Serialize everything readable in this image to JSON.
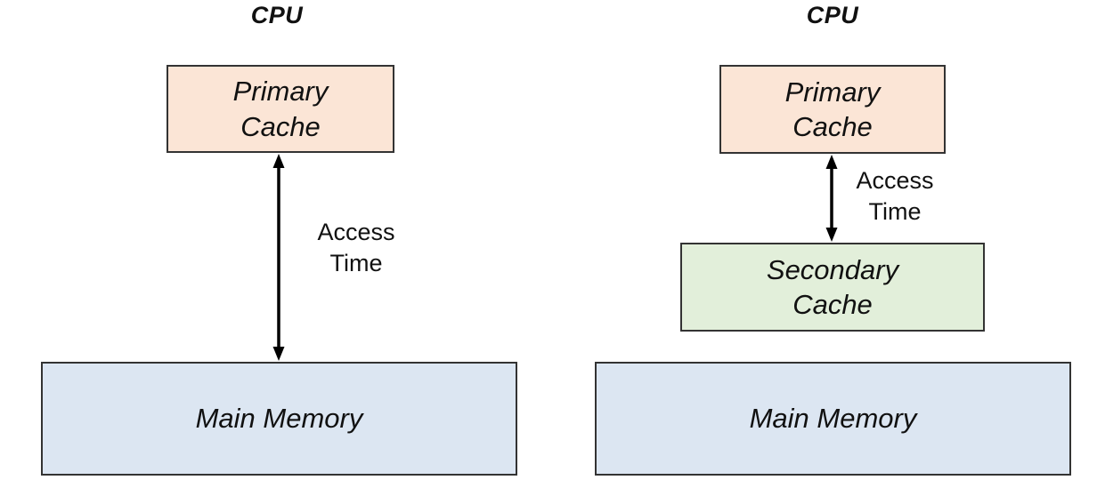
{
  "diagram": {
    "left": {
      "cpu_label": "CPU",
      "primary_cache": {
        "line1": "Primary",
        "line2": "Cache"
      },
      "access_time": {
        "line1": "Access",
        "line2": "Time"
      },
      "main_memory": "Main Memory"
    },
    "right": {
      "cpu_label": "CPU",
      "primary_cache": {
        "line1": "Primary",
        "line2": "Cache"
      },
      "access_time": {
        "line1": "Access",
        "line2": "Time"
      },
      "secondary_cache": {
        "line1": "Secondary",
        "line2": "Cache"
      },
      "main_memory": "Main Memory"
    },
    "colors": {
      "primary_cache_fill": "#fbe5d6",
      "secondary_cache_fill": "#e2efda",
      "main_memory_fill": "#dce6f2",
      "box_border": "#333333",
      "arrow": "#000000",
      "text": "#111111",
      "background": "#ffffff"
    }
  }
}
